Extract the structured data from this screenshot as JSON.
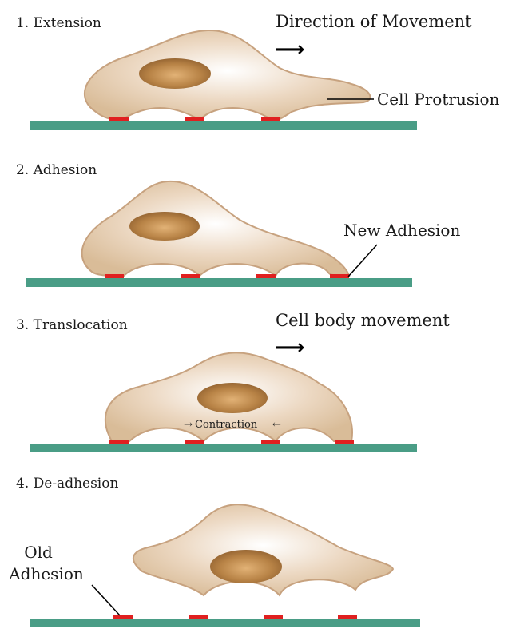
{
  "panels": [
    {
      "step_label": "1. Extension"
    },
    {
      "step_label": "2. Adhesion"
    },
    {
      "step_label": "3. Translocation"
    },
    {
      "step_label": "4. De-adhesion"
    }
  ],
  "annotations": {
    "direction": "Direction of Movement",
    "protrusion": "Cell Protrusion",
    "new_adhesion": "New Adhesion",
    "body_movement": "Cell body movement",
    "contraction": "Contraction",
    "old_adhesion_line1": "Old",
    "old_adhesion_line2": "Adhesion"
  },
  "glyphs": {
    "right_arrow": "⟶",
    "small_right_arrow": "→",
    "small_left_arrow": "←"
  },
  "colors": {
    "substrate": "#4a9d86",
    "adhesion": "#e02020",
    "cell_fill": "#dcc09f",
    "cell_stroke": "#c7a27f",
    "nucleus": "#a8743f"
  }
}
